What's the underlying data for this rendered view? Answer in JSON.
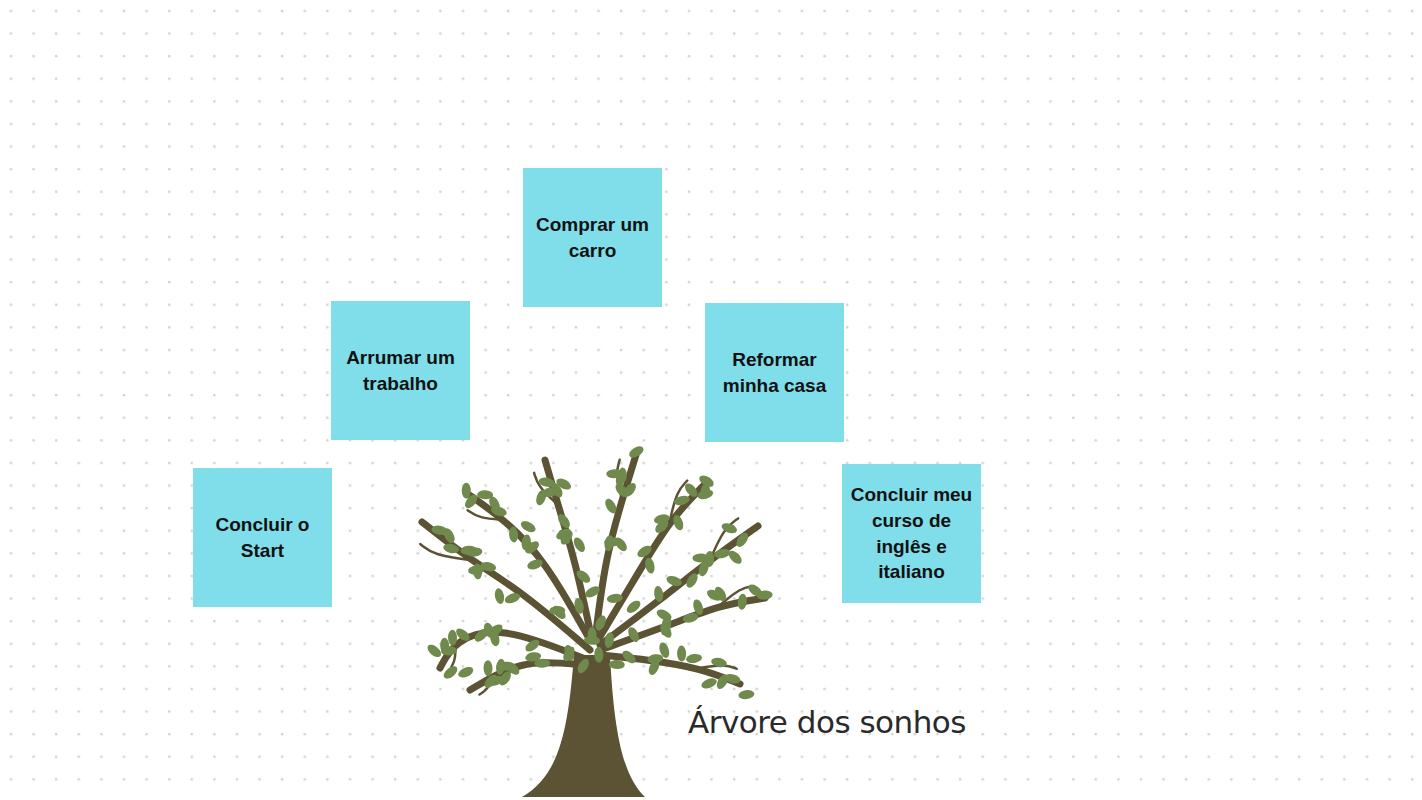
{
  "diagram": {
    "title": "Árvore dos sonhos",
    "nodes": [
      {
        "text": [
          "Comprar um carro"
        ]
      },
      {
        "text": [
          "Arrumar um trabalho"
        ]
      },
      {
        "text": [
          "Reformar minha casa"
        ]
      },
      {
        "text": [
          "Concluir o Start"
        ]
      },
      {
        "text": [
          "Concluir meu curso de inglês e italiano"
        ]
      }
    ]
  }
}
